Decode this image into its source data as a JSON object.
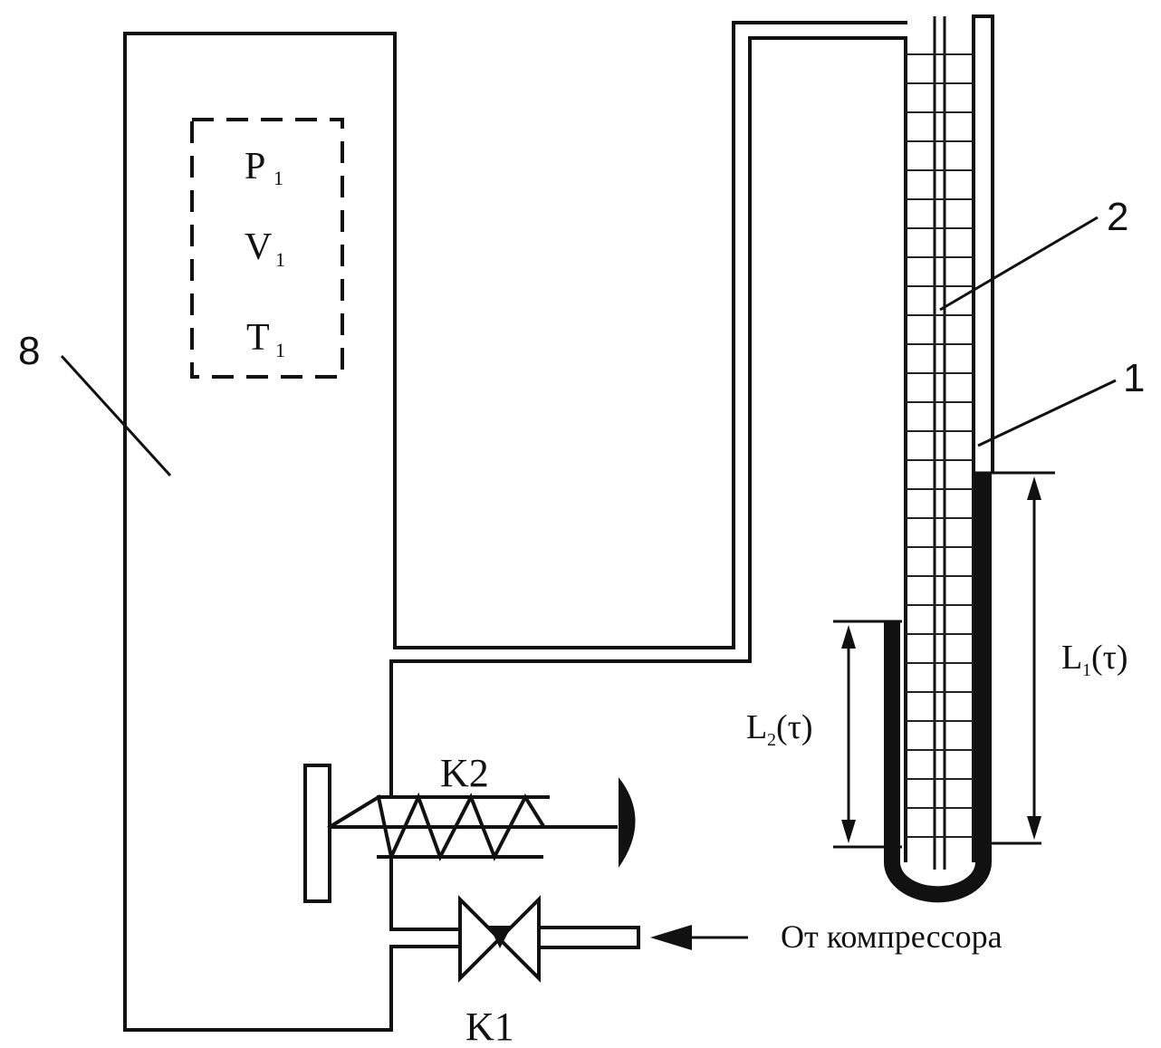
{
  "labels": {
    "vessel_number": "8",
    "scale_number": "2",
    "tube_number": "1",
    "pressure": "P",
    "volume": "V",
    "temperature": "T",
    "state_subscript": "1",
    "valve_k2": "K2",
    "valve_k1": "K1",
    "level_l1": "L",
    "level_l1_sub": "1",
    "level_l2": "L",
    "level_l2_sub": "2",
    "time_arg": "(τ)",
    "source": "От компрессора"
  },
  "colors": {
    "ink": "#111111",
    "liquid": "#111111",
    "background": "#ffffff"
  }
}
